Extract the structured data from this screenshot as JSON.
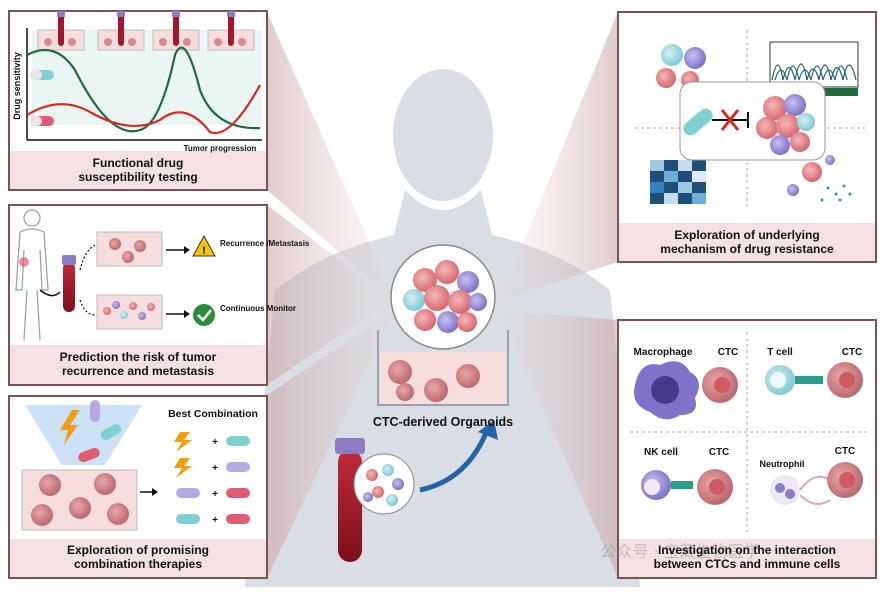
{
  "panels": {
    "drug_testing": {
      "y_axis": "Drug sensitivity",
      "x_axis": "Tumor progression",
      "caption_line1": "Functional drug",
      "caption_line2": "susceptibility testing"
    },
    "risk": {
      "outcome_bad": "Recurrence /Metastasis",
      "outcome_good": "Continuous Monitor",
      "caption_line1": "Prediction the risk of tumor",
      "caption_line2": "recurrence and metastasis"
    },
    "combination": {
      "title": "Best Combination",
      "plus": "+",
      "caption_line1": "Exploration of promising",
      "caption_line2": "combination therapies"
    },
    "resistance": {
      "caption_line1": "Exploration of underlying",
      "caption_line2": "mechanism of drug resistance"
    },
    "immune": {
      "macrophage": "Macrophage",
      "t_cell": "T cell",
      "nk_cell": "NK cell",
      "neutrophil": "Neutrophil",
      "ctc": "CTC",
      "caption_line1": "Investigation on the interaction",
      "caption_line2": "between CTCs and immune cells"
    }
  },
  "center": {
    "organoid_label": "CTC-derived Organoids"
  },
  "watermark": "公众号 · 宝藏生物医学",
  "colors": {
    "panel_border": "#7a5454",
    "caption_band": "#f4e2e2",
    "green_curve": "#1f6b3c",
    "red_curve": "#d62828",
    "tumor": "#d98a8e",
    "arrow_blue": "#2563a8"
  }
}
